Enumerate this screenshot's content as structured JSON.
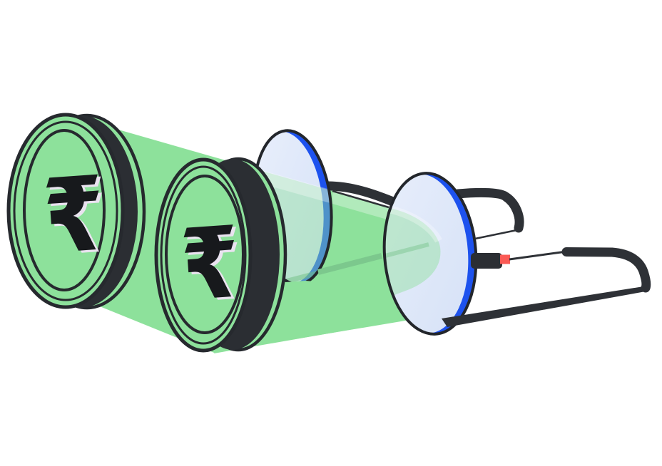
{
  "illustration": {
    "title": "rupee-coins-beaming-through-spectacles",
    "coins": [
      {
        "id": "coin-large",
        "symbol": "₹"
      },
      {
        "id": "coin-small",
        "symbol": "₹"
      }
    ],
    "colors": {
      "coin_face": "#8de19b",
      "coin_edge_dark": "#2b2e33",
      "outline_dark": "#26292e",
      "beam_green": "#8de19b",
      "beam_shadow_band": "#7cc88d",
      "beam_highlight": "#ffffff",
      "lens_glass": "#dde7f8",
      "lens_glass_light": "#eaf0fc",
      "lens_rim_blue": "#1d52ee",
      "frame_dark": "#2e3136",
      "hinge_accent_red": "#fb5a55",
      "rupee_ink": "#17191c",
      "rupee_highlight": "#eae3f0",
      "background": "#ffffff"
    }
  }
}
